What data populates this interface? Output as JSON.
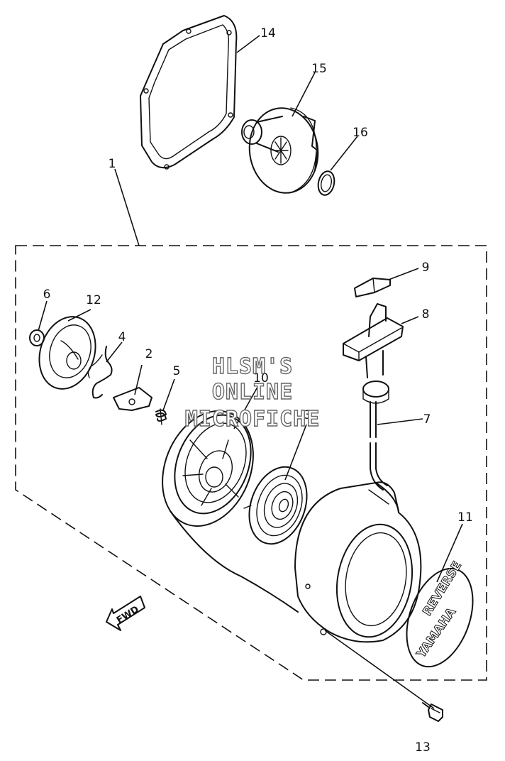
{
  "callouts": [
    {
      "id": "1",
      "text": "1"
    },
    {
      "id": "2",
      "text": "2"
    },
    {
      "id": "3",
      "text": "3"
    },
    {
      "id": "4",
      "text": "4"
    },
    {
      "id": "5",
      "text": "5"
    },
    {
      "id": "6",
      "text": "6"
    },
    {
      "id": "7",
      "text": "7"
    },
    {
      "id": "8",
      "text": "8"
    },
    {
      "id": "9",
      "text": "9"
    },
    {
      "id": "10",
      "text": "10"
    },
    {
      "id": "11",
      "text": "11"
    },
    {
      "id": "12",
      "text": "12"
    },
    {
      "id": "13",
      "text": "13"
    },
    {
      "id": "14",
      "text": "14"
    },
    {
      "id": "15",
      "text": "15"
    },
    {
      "id": "16",
      "text": "16"
    }
  ],
  "watermark": {
    "line1": "HLSM'S",
    "line2": "ONLINE",
    "line3": "MICROFICHE"
  },
  "fwd_label": "FWD",
  "emblem": {
    "brand": "YAMAHA",
    "word": "REVERSE"
  }
}
